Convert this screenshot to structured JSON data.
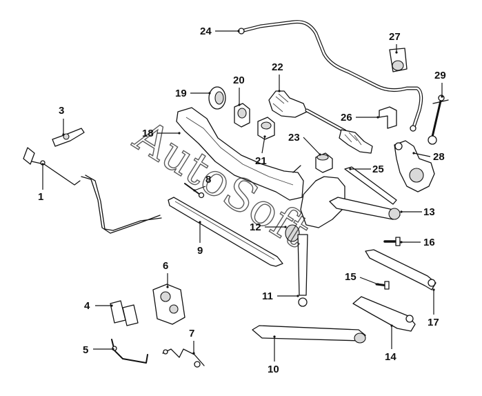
{
  "diagram": {
    "watermark": "AutoSoft",
    "callouts": [
      {
        "number": "1"
      },
      {
        "number": "3"
      },
      {
        "number": "4"
      },
      {
        "number": "5"
      },
      {
        "number": "6"
      },
      {
        "number": "7"
      },
      {
        "number": "8"
      },
      {
        "number": "9"
      },
      {
        "number": "10"
      },
      {
        "number": "11"
      },
      {
        "number": "12"
      },
      {
        "number": "13"
      },
      {
        "number": "14"
      },
      {
        "number": "15"
      },
      {
        "number": "16"
      },
      {
        "number": "17"
      },
      {
        "number": "18"
      },
      {
        "number": "19"
      },
      {
        "number": "20"
      },
      {
        "number": "21"
      },
      {
        "number": "22"
      },
      {
        "number": "23"
      },
      {
        "number": "24"
      },
      {
        "number": "25"
      },
      {
        "number": "26"
      },
      {
        "number": "27"
      },
      {
        "number": "28"
      },
      {
        "number": "29"
      }
    ]
  }
}
